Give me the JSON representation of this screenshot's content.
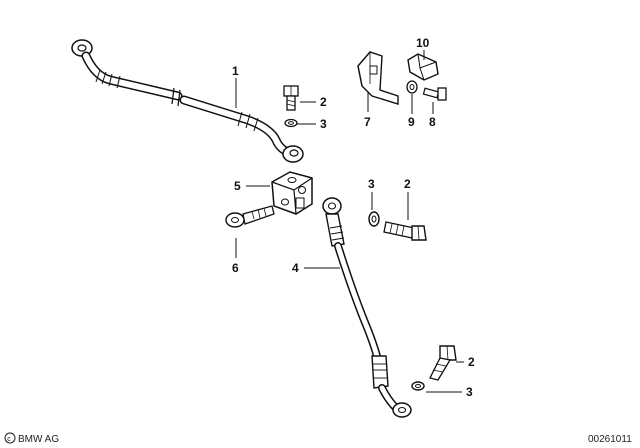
{
  "callouts": {
    "c1": "1",
    "c2_top": "2",
    "c3_top": "3",
    "c7": "7",
    "c9": "9",
    "c8": "8",
    "c10": "10",
    "c5": "5",
    "c3_mid": "3",
    "c2_mid": "2",
    "c6": "6",
    "c4": "4",
    "c2_bottom": "2",
    "c3_bottom": "3"
  },
  "footer": {
    "brand": "BMW AG",
    "diagram_number": "00261011"
  }
}
